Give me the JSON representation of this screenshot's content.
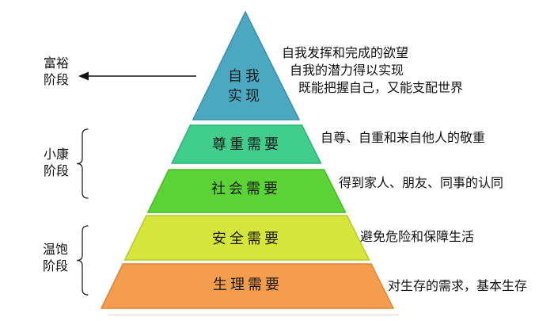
{
  "diagram": {
    "type": "needs-pyramid",
    "levels": [
      {
        "name": "self-actualization",
        "label": "自我实现",
        "label_lines": [
          "自我",
          "实现"
        ],
        "color": "#4BA8C0",
        "annotation_lines": [
          "自我发挥和完成的欲望",
          "自我的潜力得以实现",
          "既能把握自己，又能支配世界"
        ]
      },
      {
        "name": "esteem",
        "label": "尊重需要",
        "color": "#41CE8C",
        "annotation": "自尊、自重和来自他人的敬重"
      },
      {
        "name": "social",
        "label": "社会需要",
        "color": "#5BD336",
        "annotation": "得到家人、朋友、同事的认同"
      },
      {
        "name": "safety",
        "label": "安全需要",
        "color": "#D5E53B",
        "annotation": "避免危险和保障生活"
      },
      {
        "name": "physiological",
        "label": "生理需要",
        "color": "#F49D4E",
        "annotation": "对生存的需求，基本生存"
      }
    ],
    "stages": [
      {
        "name": "affluent-stage",
        "lines": [
          "富裕",
          "阶段"
        ],
        "connector": "arrow"
      },
      {
        "name": "well-off-stage",
        "lines": [
          "小康",
          "阶段"
        ],
        "connector": "brace"
      },
      {
        "name": "subsistence-stage",
        "lines": [
          "温饱",
          "阶段"
        ],
        "connector": "brace"
      }
    ]
  }
}
